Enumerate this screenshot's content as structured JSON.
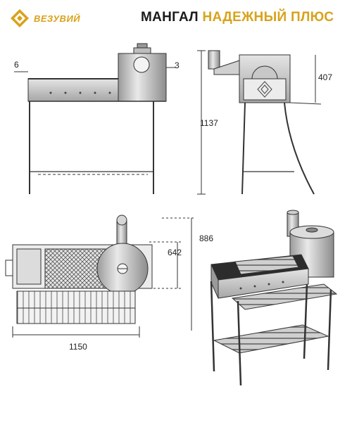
{
  "brand": {
    "name": "ВЕЗУВИЙ",
    "accent_color": "#d8a21c"
  },
  "title": {
    "main": "МАНГАЛ",
    "accent": "НАДЕЖНЫЙ ПЛЮС"
  },
  "dimensions": {
    "front_wall_thickness": "6",
    "front_gap": "3",
    "total_height": "1137",
    "stove_height": "407",
    "stove_overall_height": "886",
    "depth": "642",
    "length": "1150"
  },
  "colors": {
    "outline": "#333333",
    "metal_light": "#d9d9d9",
    "metal_dark": "#8a8a8a",
    "grill": "#555555"
  }
}
